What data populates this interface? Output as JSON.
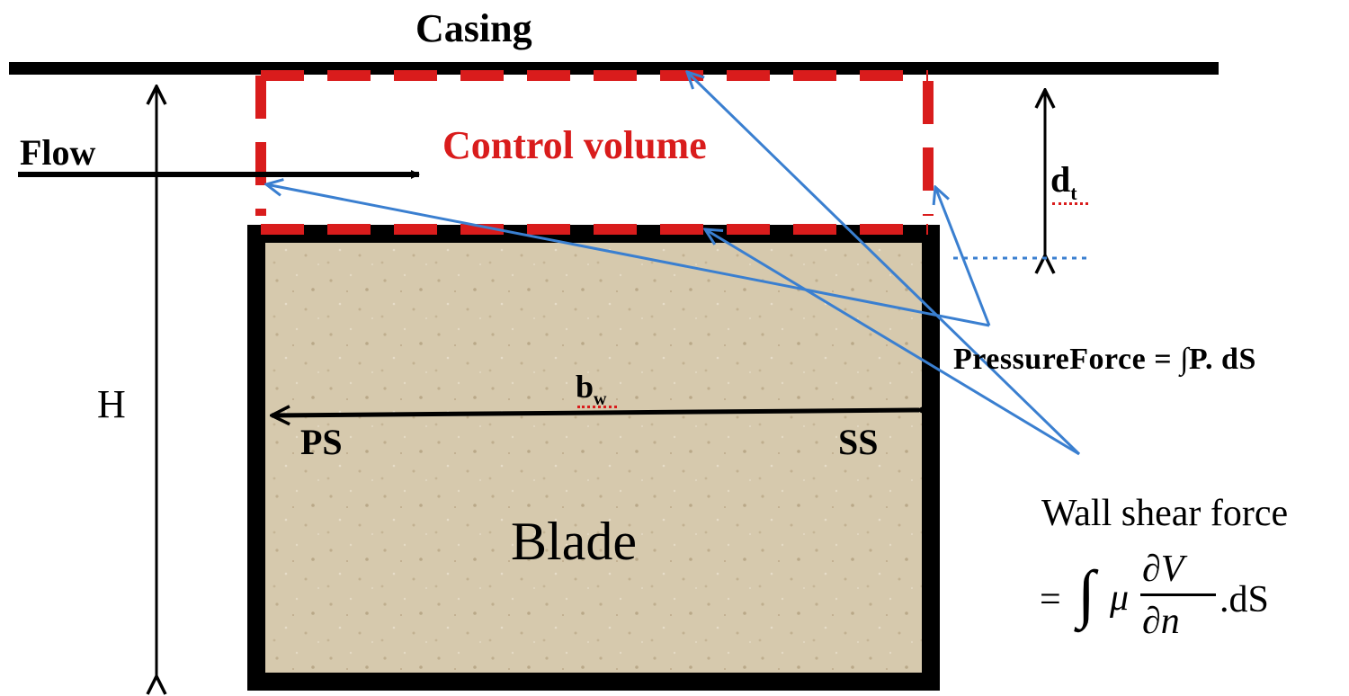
{
  "labels": {
    "casing": "Casing",
    "flow": "Flow",
    "control_volume": "Control volume",
    "dt_main": "d",
    "dt_sub": "t",
    "h": "H",
    "bw_main": "b",
    "bw_sub": "w",
    "ps": "PS",
    "ss": "SS",
    "blade": "Blade",
    "pressure_force": "PressureForce = ∫P. dS",
    "wall_shear_title": "Wall shear force"
  },
  "equation": {
    "equals": "=",
    "integral": "∫",
    "mu": "μ",
    "numerator": "∂V",
    "denominator": "∂n",
    "tail": ".dS"
  },
  "colors": {
    "control_volume": "#d91c1c",
    "annotation_arrows": "#3a7fd0",
    "blade_fill": "#d6c9ad",
    "outline": "#000000"
  }
}
